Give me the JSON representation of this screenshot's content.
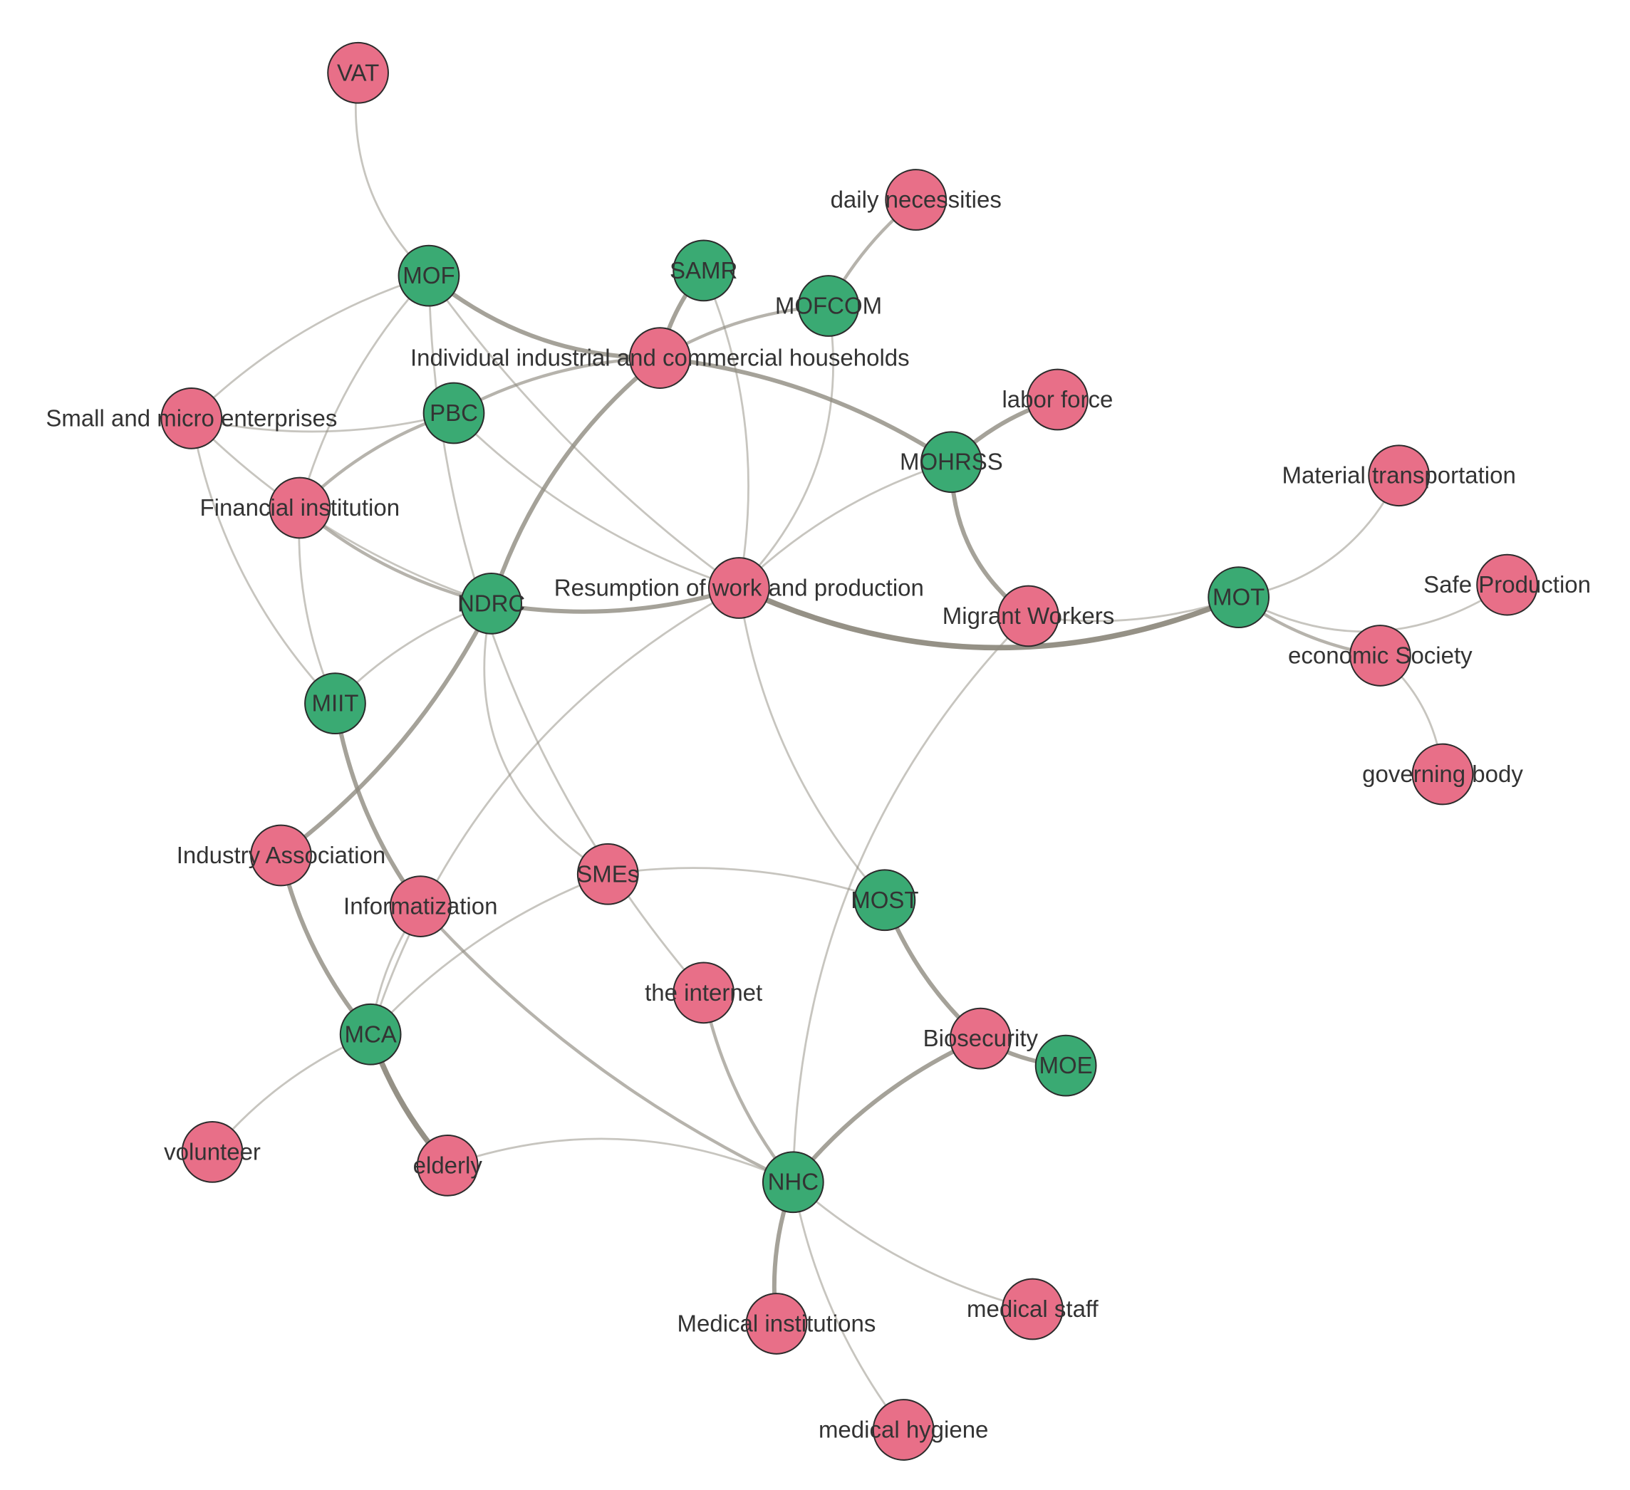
{
  "colors": {
    "institution": "#3aaa73",
    "topic": "#e86f88",
    "edge": "#8f8b80",
    "label": "#333333",
    "background": "#ffffff"
  },
  "nodes": [
    {
      "id": "VAT",
      "label": "VAT",
      "group": "topic"
    },
    {
      "id": "daily",
      "label": "daily necessities",
      "group": "topic"
    },
    {
      "id": "MOF",
      "label": "MOF",
      "group": "institution"
    },
    {
      "id": "SAMR",
      "label": "SAMR",
      "group": "institution"
    },
    {
      "id": "MOFCOM",
      "label": "MOFCOM",
      "group": "institution"
    },
    {
      "id": "IICH",
      "label": "Individual industrial and commercial households",
      "group": "topic"
    },
    {
      "id": "SME_small",
      "label": "Small and micro enterprises",
      "group": "topic"
    },
    {
      "id": "PBC",
      "label": "PBC",
      "group": "institution"
    },
    {
      "id": "labor",
      "label": "labor force",
      "group": "topic"
    },
    {
      "id": "MOHRSS",
      "label": "MOHRSS",
      "group": "institution"
    },
    {
      "id": "material",
      "label": "Material transportation",
      "group": "topic"
    },
    {
      "id": "fin",
      "label": "Financial institution",
      "group": "topic"
    },
    {
      "id": "NDRC",
      "label": "NDRC",
      "group": "institution"
    },
    {
      "id": "resume",
      "label": "Resumption of work and production",
      "group": "topic"
    },
    {
      "id": "migrant",
      "label": "Migrant Workers",
      "group": "topic"
    },
    {
      "id": "MOT",
      "label": "MOT",
      "group": "institution"
    },
    {
      "id": "safe",
      "label": "Safe Production",
      "group": "topic"
    },
    {
      "id": "econ",
      "label": "economic Society",
      "group": "topic"
    },
    {
      "id": "MIIT",
      "label": "MIIT",
      "group": "institution"
    },
    {
      "id": "gov",
      "label": "governing body",
      "group": "topic"
    },
    {
      "id": "industry",
      "label": "Industry Association",
      "group": "topic"
    },
    {
      "id": "SMEs",
      "label": "SMEs",
      "group": "topic"
    },
    {
      "id": "info",
      "label": "Informatization",
      "group": "topic"
    },
    {
      "id": "MOST",
      "label": "MOST",
      "group": "institution"
    },
    {
      "id": "internet",
      "label": "the internet",
      "group": "topic"
    },
    {
      "id": "bio",
      "label": "Biosecurity",
      "group": "topic"
    },
    {
      "id": "MCA",
      "label": "MCA",
      "group": "institution"
    },
    {
      "id": "MOE",
      "label": "MOE",
      "group": "institution"
    },
    {
      "id": "volunteer",
      "label": "volunteer",
      "group": "topic"
    },
    {
      "id": "elderly",
      "label": "elderly",
      "group": "topic"
    },
    {
      "id": "NHC",
      "label": "NHC",
      "group": "institution"
    },
    {
      "id": "medstaff",
      "label": "medical staff",
      "group": "topic"
    },
    {
      "id": "medinst",
      "label": "Medical institutions",
      "group": "topic"
    },
    {
      "id": "medhyg",
      "label": "medical hygiene",
      "group": "topic"
    }
  ],
  "edges": [
    {
      "source": "VAT",
      "target": "MOF",
      "weight": 1
    },
    {
      "source": "daily",
      "target": "MOFCOM",
      "weight": 2
    },
    {
      "source": "MOF",
      "target": "IICH",
      "weight": 3
    },
    {
      "source": "MOF",
      "target": "SME_small",
      "weight": 1
    },
    {
      "source": "MOF",
      "target": "fin",
      "weight": 1
    },
    {
      "source": "MOF",
      "target": "resume",
      "weight": 1
    },
    {
      "source": "MOF",
      "target": "internet",
      "weight": 1
    },
    {
      "source": "SAMR",
      "target": "IICH",
      "weight": 3
    },
    {
      "source": "SAMR",
      "target": "resume",
      "weight": 1
    },
    {
      "source": "MOFCOM",
      "target": "IICH",
      "weight": 2
    },
    {
      "source": "MOFCOM",
      "target": "resume",
      "weight": 1
    },
    {
      "source": "IICH",
      "target": "PBC",
      "weight": 2
    },
    {
      "source": "IICH",
      "target": "NDRC",
      "weight": 3
    },
    {
      "source": "IICH",
      "target": "MOHRSS",
      "weight": 3
    },
    {
      "source": "SME_small",
      "target": "PBC",
      "weight": 1
    },
    {
      "source": "SME_small",
      "target": "MIIT",
      "weight": 1
    },
    {
      "source": "SME_small",
      "target": "NDRC",
      "weight": 1
    },
    {
      "source": "PBC",
      "target": "fin",
      "weight": 2
    },
    {
      "source": "PBC",
      "target": "resume",
      "weight": 1
    },
    {
      "source": "labor",
      "target": "MOHRSS",
      "weight": 3
    },
    {
      "source": "MOHRSS",
      "target": "migrant",
      "weight": 3
    },
    {
      "source": "MOHRSS",
      "target": "resume",
      "weight": 1
    },
    {
      "source": "fin",
      "target": "NDRC",
      "weight": 2
    },
    {
      "source": "fin",
      "target": "MIIT",
      "weight": 1
    },
    {
      "source": "NDRC",
      "target": "resume",
      "weight": 3
    },
    {
      "source": "NDRC",
      "target": "MIIT",
      "weight": 1
    },
    {
      "source": "NDRC",
      "target": "industry",
      "weight": 3
    },
    {
      "source": "NDRC",
      "target": "SMEs",
      "weight": 1
    },
    {
      "source": "resume",
      "target": "MOT",
      "weight": 4
    },
    {
      "source": "resume",
      "target": "MOST",
      "weight": 1
    },
    {
      "source": "resume",
      "target": "MCA",
      "weight": 1
    },
    {
      "source": "migrant",
      "target": "MOT",
      "weight": 1
    },
    {
      "source": "migrant",
      "target": "NHC",
      "weight": 1
    },
    {
      "source": "MOT",
      "target": "material",
      "weight": 1
    },
    {
      "source": "MOT",
      "target": "safe",
      "weight": 1
    },
    {
      "source": "MOT",
      "target": "econ",
      "weight": 2
    },
    {
      "source": "econ",
      "target": "gov",
      "weight": 1
    },
    {
      "source": "MIIT",
      "target": "info",
      "weight": 3
    },
    {
      "source": "industry",
      "target": "MCA",
      "weight": 3
    },
    {
      "source": "SMEs",
      "target": "MOST",
      "weight": 1
    },
    {
      "source": "SMEs",
      "target": "MCA",
      "weight": 1
    },
    {
      "source": "info",
      "target": "MCA",
      "weight": 1
    },
    {
      "source": "info",
      "target": "NHC",
      "weight": 2
    },
    {
      "source": "MOST",
      "target": "bio",
      "weight": 3
    },
    {
      "source": "internet",
      "target": "NHC",
      "weight": 2
    },
    {
      "source": "bio",
      "target": "MOE",
      "weight": 3
    },
    {
      "source": "bio",
      "target": "NHC",
      "weight": 3
    },
    {
      "source": "MCA",
      "target": "volunteer",
      "weight": 1
    },
    {
      "source": "MCA",
      "target": "elderly",
      "weight": 4
    },
    {
      "source": "elderly",
      "target": "NHC",
      "weight": 1
    },
    {
      "source": "NHC",
      "target": "medstaff",
      "weight": 1
    },
    {
      "source": "NHC",
      "target": "medinst",
      "weight": 3
    },
    {
      "source": "NHC",
      "target": "medhyg",
      "weight": 1
    }
  ]
}
